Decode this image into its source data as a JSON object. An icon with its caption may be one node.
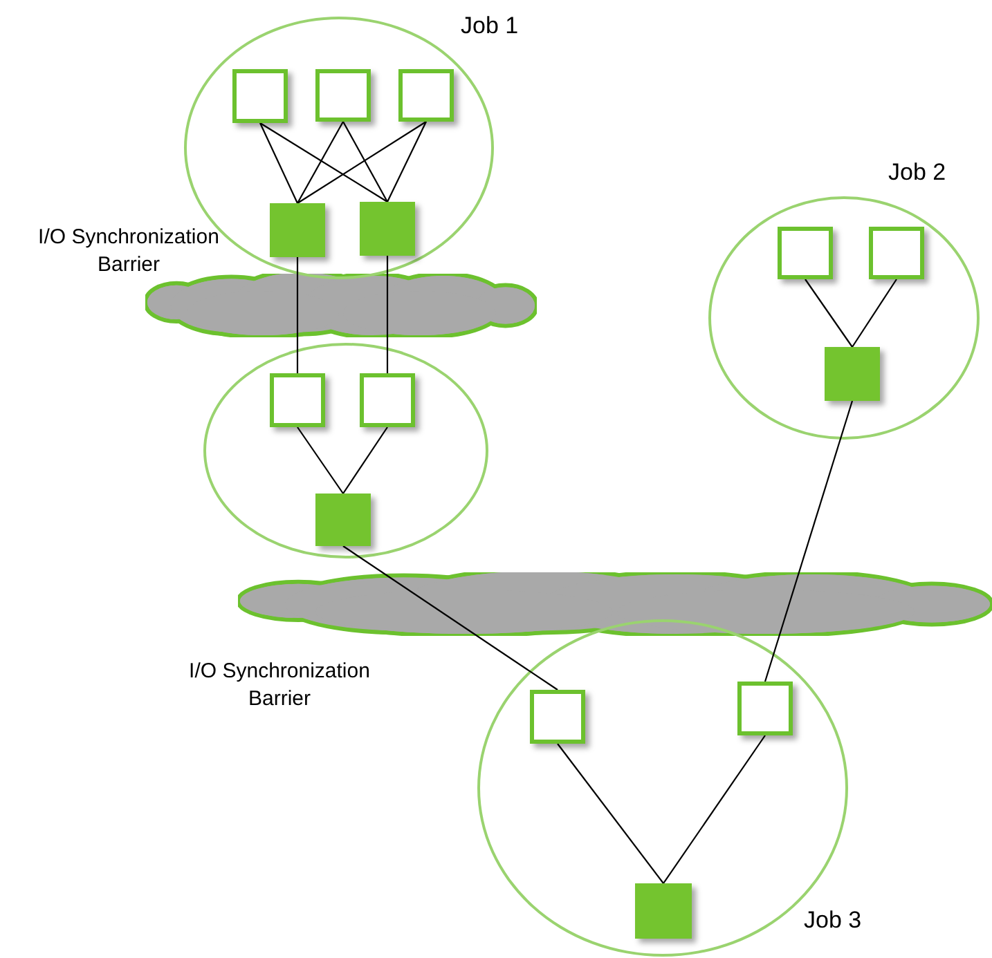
{
  "diagram": {
    "nodes": [
      {
        "text": [
          "Job 1"
        ]
      },
      {
        "text": [],
        "shape": "box",
        "in": 0
      },
      {
        "text": [],
        "shape": "box",
        "in": 0
      },
      {
        "text": [],
        "shape": "box",
        "in": 0
      },
      {
        "text": [],
        "shape": "box",
        "in": 0
      },
      {
        "text": [],
        "shape": "box",
        "in": 0
      },
      {
        "text": [],
        "shape": "circle"
      },
      {
        "text": [],
        "shape": "box",
        "in": 6
      },
      {
        "text": [],
        "shape": "box",
        "in": 6
      },
      {
        "text": [],
        "shape": "box",
        "in": 6
      },
      {
        "text": [
          "Job 2"
        ]
      },
      {
        "text": [],
        "shape": "box",
        "in": 10
      },
      {
        "text": [],
        "shape": "box",
        "in": 10
      },
      {
        "text": [],
        "shape": "box",
        "in": 10
      },
      {
        "text": [
          "Job 3"
        ]
      },
      {
        "text": [],
        "shape": "box",
        "in": 14
      },
      {
        "text": [],
        "shape": "box",
        "in": 14
      },
      {
        "text": [],
        "shape": "box",
        "in": 14
      }
    ],
    "edges": [
      {
        "from": 1,
        "to": 4,
        "arrow": "none"
      },
      {
        "from": 1,
        "to": 5,
        "arrow": "none"
      },
      {
        "from": 2,
        "to": 4,
        "arrow": "none"
      },
      {
        "from": 2,
        "to": 5,
        "arrow": "none"
      },
      {
        "from": 3,
        "to": 4,
        "arrow": "none"
      },
      {
        "from": 3,
        "to": 5,
        "arrow": "none"
      },
      {
        "from": 4,
        "to": 7,
        "arrow": "none"
      },
      {
        "from": 5,
        "to": 8,
        "arrow": "none"
      },
      {
        "from": 7,
        "to": 9,
        "arrow": "none"
      },
      {
        "from": 8,
        "to": 9,
        "arrow": "none"
      },
      {
        "from": 11,
        "to": 13,
        "arrow": "none"
      },
      {
        "from": 12,
        "to": 13,
        "arrow": "none"
      },
      {
        "from": 9,
        "to": 15,
        "arrow": "none"
      },
      {
        "from": 13,
        "to": 16,
        "arrow": "none"
      },
      {
        "from": 15,
        "to": 17,
        "arrow": "none"
      },
      {
        "from": 16,
        "to": 17,
        "arrow": "none"
      }
    ],
    "labels": [
      "I/O Synchronization Barrier",
      "I/O Synchronization Barrier"
    ]
  }
}
